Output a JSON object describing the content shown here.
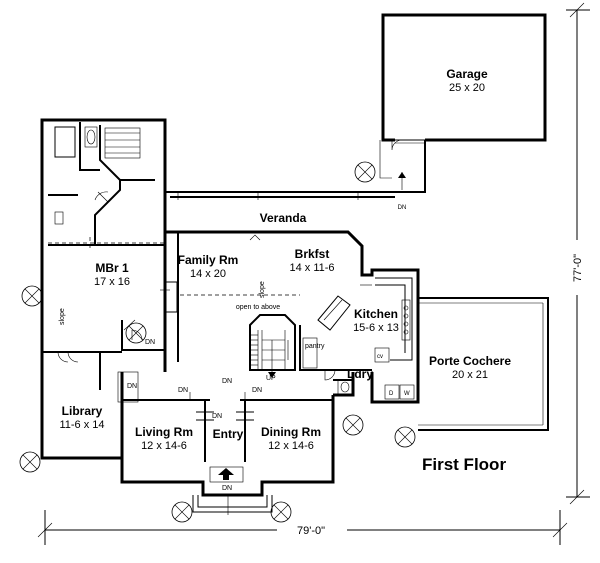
{
  "title": "First Floor",
  "rooms": {
    "garage": {
      "name": "Garage",
      "dim": "25 x 20"
    },
    "veranda": {
      "name": "Veranda"
    },
    "mbr": {
      "name": "MBr 1",
      "dim": "17 x 16"
    },
    "family": {
      "name": "Family Rm",
      "dim": "14 x 20"
    },
    "brkfst": {
      "name": "Brkfst",
      "dim": "14 x 11-6"
    },
    "kitchen": {
      "name": "Kitchen",
      "dim": "15-6 x 13"
    },
    "porte": {
      "name": "Porte Cochere",
      "dim": "20 x 21"
    },
    "ldry": {
      "name": "Ldry"
    },
    "library": {
      "name": "Library",
      "dim": "11-6 x 14"
    },
    "living": {
      "name": "Living Rm",
      "dim": "12 x 14-6"
    },
    "entry": {
      "name": "Entry"
    },
    "dining": {
      "name": "Dining Rm",
      "dim": "12 x 14-6"
    }
  },
  "labels": {
    "dn": "DN",
    "up": "UP",
    "slope": "slope",
    "open_to_above": "open to above",
    "pantry": "pantry",
    "cv": "cv",
    "d": "D",
    "w": "W"
  },
  "dimensions": {
    "width": "79'-0\"",
    "depth": "77'-0\""
  }
}
